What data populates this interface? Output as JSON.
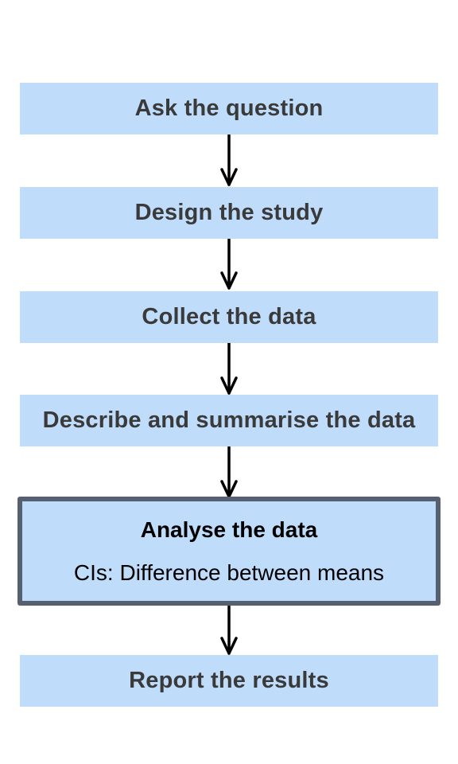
{
  "steps": [
    {
      "label": "Ask the question"
    },
    {
      "label": "Design the study"
    },
    {
      "label": "Collect the data"
    },
    {
      "label": "Describe and summarise the data"
    },
    {
      "label": "Analyse the data",
      "sublabel": "CIs: Difference between means",
      "highlighted": true
    },
    {
      "label": "Report the results"
    }
  ],
  "colors": {
    "box_fill": "#bfdcfb",
    "highlight_border": "#576070",
    "text": "#3a3a3a",
    "arrow": "#000000"
  }
}
